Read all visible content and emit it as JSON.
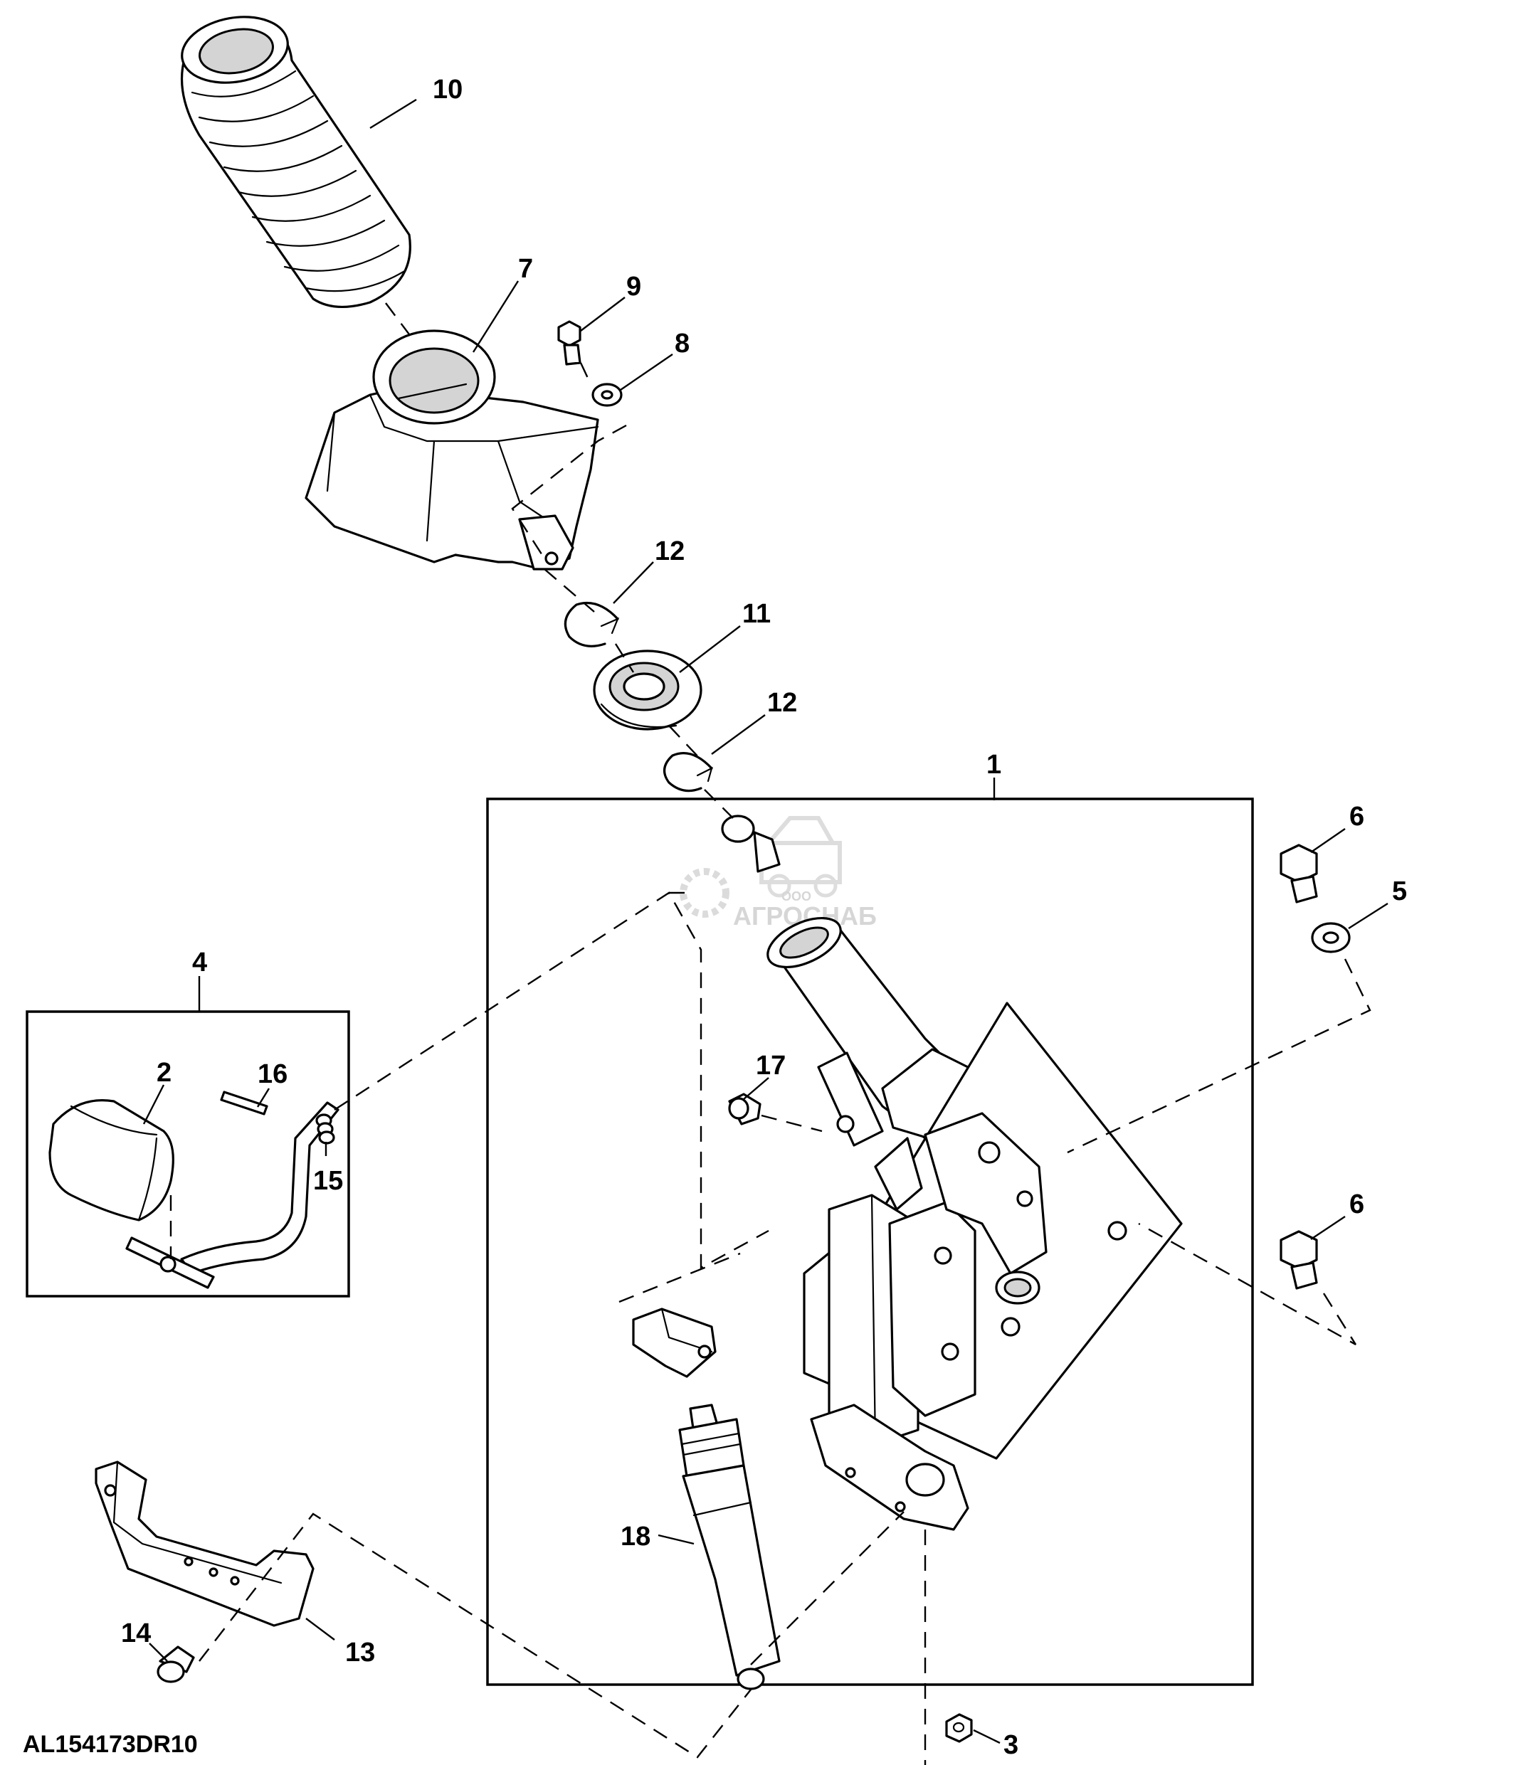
{
  "figure_id": "AL154173DR10",
  "callouts": {
    "c1": "1",
    "c2": "2",
    "c3": "3",
    "c4": "4",
    "c5": "5",
    "c6a": "6",
    "c6b": "6",
    "c7": "7",
    "c8": "8",
    "c9": "9",
    "c10": "10",
    "c11": "11",
    "c12a": "12",
    "c12b": "12",
    "c13": "13",
    "c14": "14",
    "c15": "15",
    "c16": "16",
    "c17": "17",
    "c18": "18"
  },
  "watermark": {
    "small": "ООО",
    "main": "АГРОСНАБ"
  }
}
